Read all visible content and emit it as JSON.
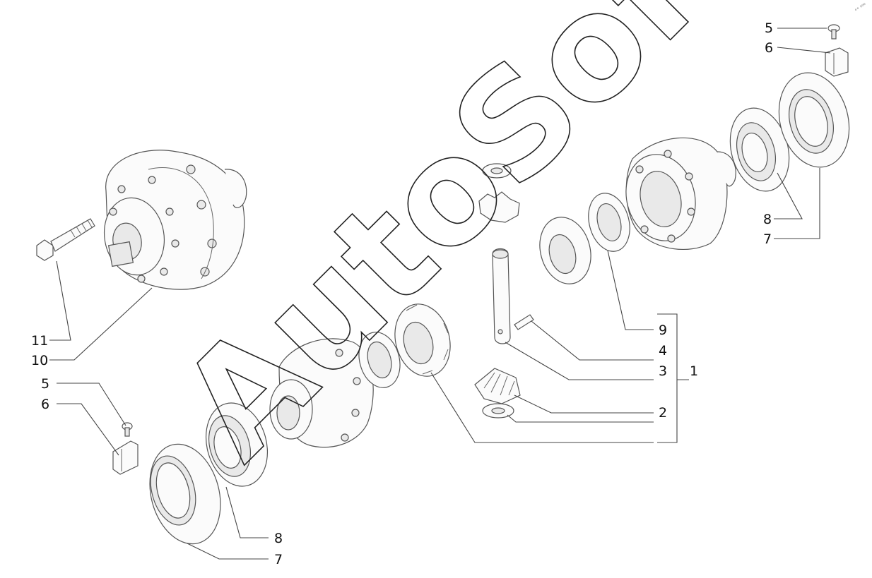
{
  "watermark": "AutoSoft",
  "corner_mark": "°° ⁰⁰⁰",
  "callouts": {
    "c1": "1",
    "c2": "2",
    "c3": "3",
    "c4": "4",
    "c5_top": "5",
    "c6_top": "6",
    "c7_right": "7",
    "c8_right": "8",
    "c9": "9",
    "c10": "10",
    "c11": "11",
    "c5_left": "5",
    "c6_left": "6",
    "c8_bottom": "8",
    "c7_bottom": "7"
  }
}
